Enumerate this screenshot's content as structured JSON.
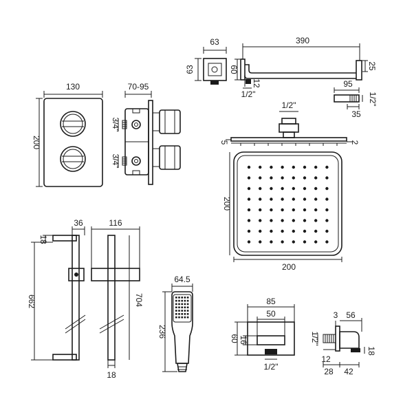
{
  "colors": {
    "ink": "#1a1a1a",
    "background": "#ffffff"
  },
  "dims": {
    "valve_front_width": "130",
    "valve_front_height": "200",
    "valve_depth": "70-95",
    "valve_thread_top": "3/4\"",
    "valve_thread_bottom": "3/4\"",
    "elbow_width": "63",
    "elbow_height": "63",
    "elbow_depth": "60",
    "elbow_thread_len": "12",
    "elbow_thread": "1/2\"",
    "arm_length": "390",
    "arm_height": "25",
    "arm_end_width": "95",
    "arm_end_thread": "1/2\"",
    "arm_end_depth": "35",
    "head_thread": "1/2\"",
    "head_top_thickness": "5",
    "head_edge_thickness": "2",
    "head_height": "200",
    "head_width": "200",
    "rail_top_offset": "18",
    "rail_depth": "36",
    "rail_length": "662",
    "slider_width": "116",
    "rail_total": "704",
    "rail_bottom": "18",
    "handset_width": "64.5",
    "handset_length": "236",
    "outlet_width": "85",
    "outlet_inner": "50",
    "outlet_height": "60",
    "outlet_inner_height": "16",
    "outlet_thread": "1/2\"",
    "side_top": "3",
    "side_width": "56",
    "side_thread": "1/2\"",
    "side_height": "18",
    "side_thread_len": "12",
    "side_depth_a": "28",
    "side_depth_b": "42"
  }
}
